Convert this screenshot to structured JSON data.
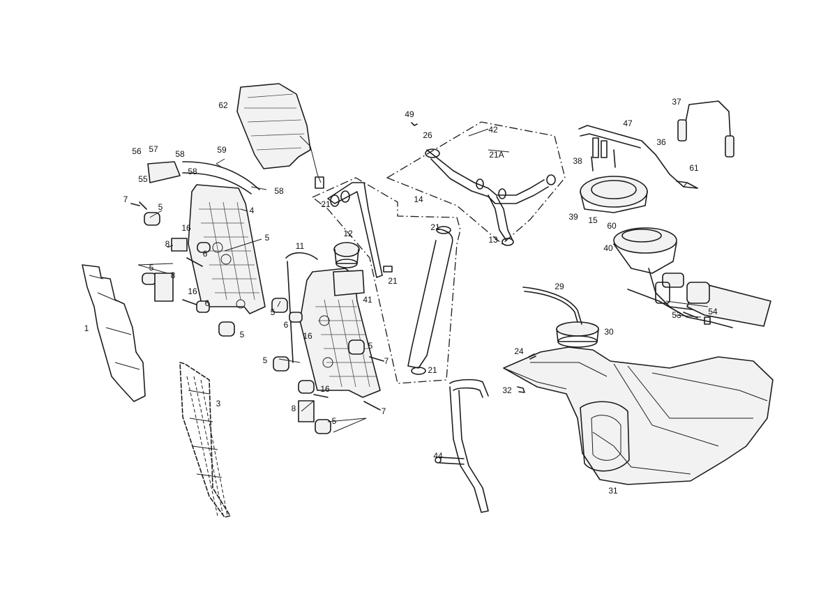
{
  "callouts": {
    "c62": "62",
    "c49": "49",
    "c26": "26",
    "c42": "42",
    "c21A": "21A",
    "c14": "14",
    "c47": "47",
    "c37": "37",
    "c36": "36",
    "c38": "38",
    "c61": "61",
    "c39": "39",
    "c15": "15",
    "c60": "60",
    "c40": "40",
    "c56": "56",
    "c57": "57",
    "c58a": "58",
    "c59": "59",
    "c58b": "58",
    "c55": "55",
    "c58c": "58",
    "c7a": "7",
    "c5a": "5",
    "c4": "4",
    "c16a": "16",
    "c5b": "5",
    "c8a": "8",
    "c6a": "6",
    "c5c": "5",
    "c8b": "8",
    "c16b": "16",
    "c6b": "6",
    "c1": "1",
    "c5d": "5",
    "c21a": "21",
    "c12": "12",
    "c21b": "21",
    "c11": "11",
    "c21c": "21",
    "c41": "41",
    "c13": "13",
    "c29": "29",
    "c54": "54",
    "c53": "53",
    "c30": "30",
    "c5e": "5",
    "c6c": "6",
    "c16c": "16",
    "c5f": "5",
    "c7b": "7",
    "c5g": "5",
    "c21d": "21",
    "c24": "24",
    "c32": "32",
    "c3": "3",
    "c16d": "16",
    "c7c": "7",
    "c8c": "8",
    "c5h": "5",
    "c44": "44",
    "c31": "31"
  }
}
